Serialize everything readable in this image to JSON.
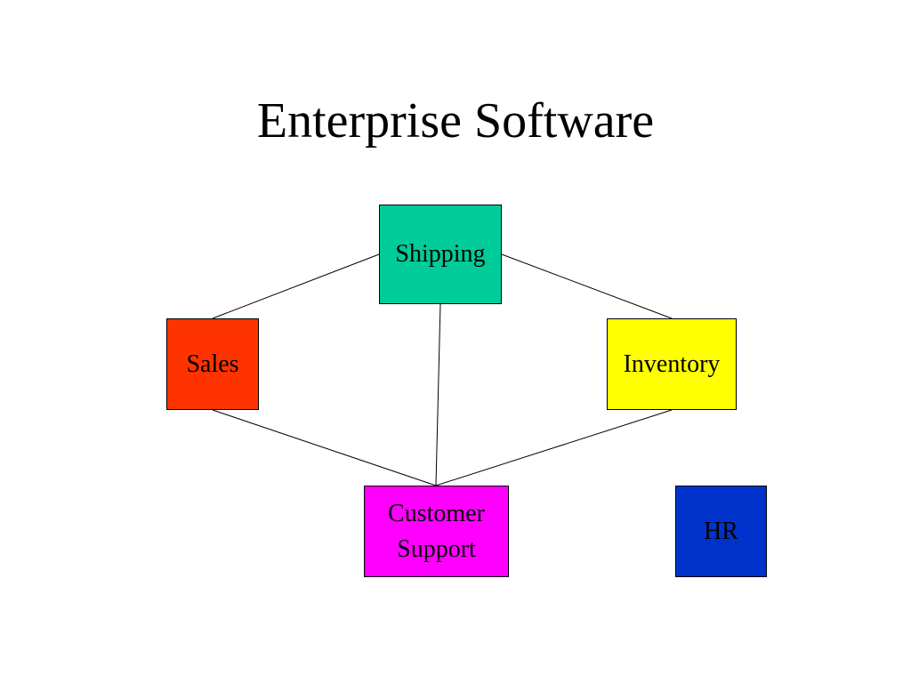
{
  "slide": {
    "title": "Enterprise Software"
  },
  "nodes": {
    "shipping": {
      "label": "Shipping",
      "color": "#00CC99"
    },
    "sales": {
      "label": "Sales",
      "color": "#FF3300"
    },
    "inventory": {
      "label": "Inventory",
      "color": "#FFFF00"
    },
    "support": {
      "label": "Customer\nSupport",
      "color": "#FF00FF"
    },
    "hr": {
      "label": "HR",
      "color": "#0033CC"
    }
  },
  "edges": [
    [
      "shipping",
      "sales"
    ],
    [
      "shipping",
      "inventory"
    ],
    [
      "shipping",
      "support"
    ],
    [
      "sales",
      "support"
    ],
    [
      "inventory",
      "support"
    ]
  ]
}
